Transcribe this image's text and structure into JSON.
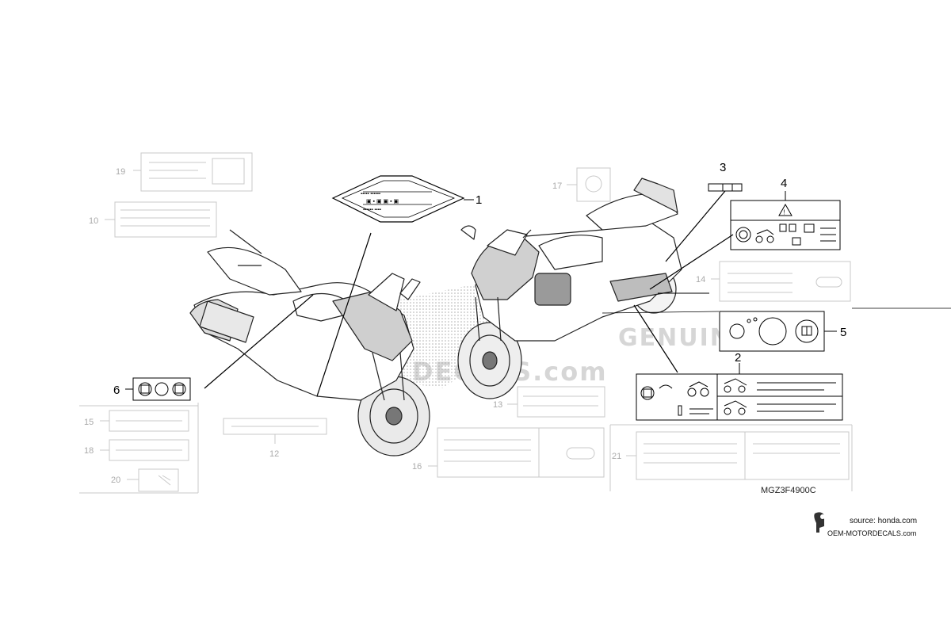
{
  "diagram": {
    "drawing_code": "MGZ3F4900C",
    "callouts_active": [
      {
        "id": "1",
        "label": "1"
      },
      {
        "id": "2",
        "label": "2"
      },
      {
        "id": "3",
        "label": "3"
      },
      {
        "id": "4",
        "label": "4"
      },
      {
        "id": "5",
        "label": "5"
      },
      {
        "id": "6",
        "label": "6"
      }
    ],
    "callouts_faint": [
      {
        "id": "10",
        "label": "10"
      },
      {
        "id": "12",
        "label": "12"
      },
      {
        "id": "13",
        "label": "13"
      },
      {
        "id": "14",
        "label": "14"
      },
      {
        "id": "15",
        "label": "15"
      },
      {
        "id": "16",
        "label": "16"
      },
      {
        "id": "17",
        "label": "17"
      },
      {
        "id": "18",
        "label": "18"
      },
      {
        "id": "19",
        "label": "19"
      },
      {
        "id": "20",
        "label": "20"
      },
      {
        "id": "21",
        "label": "21"
      }
    ],
    "watermark_word_1": "GENUIN",
    "watermark_word_2": "DECALS.com"
  },
  "credit": {
    "source": "source: honda.com",
    "site": "OEM-MOTORDECALS.com"
  },
  "colors": {
    "line": "#000000",
    "faint": "#bbbbbb",
    "watermark": "#d6d6d6"
  }
}
